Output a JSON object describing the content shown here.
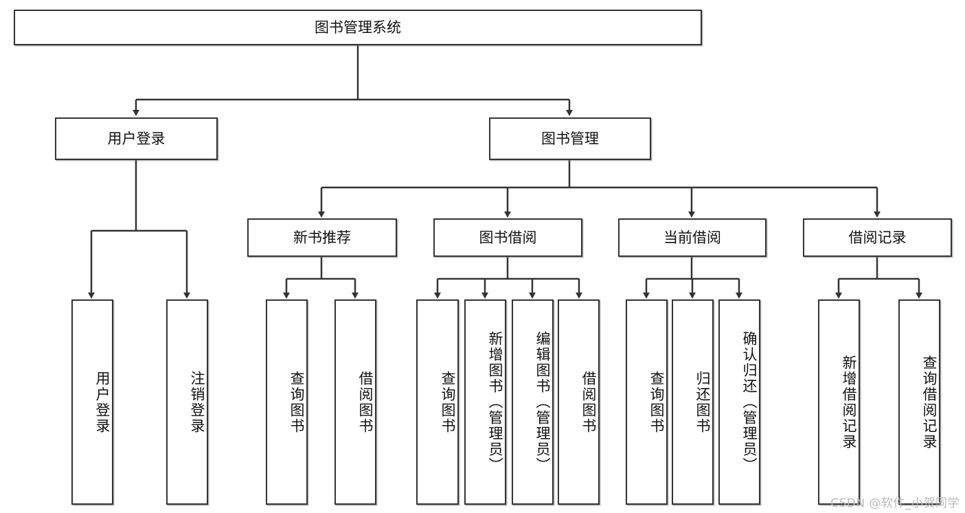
{
  "diagram": {
    "title": "图书管理系统",
    "type": "tree",
    "root": {
      "label": "图书管理系统"
    },
    "level2": [
      {
        "label": "用户登录"
      },
      {
        "label": "图书管理"
      }
    ],
    "level3": [
      {
        "label": "新书推荐"
      },
      {
        "label": "图书借阅"
      },
      {
        "label": "当前借阅"
      },
      {
        "label": "借阅记录"
      }
    ],
    "leaves": {
      "user_login": [
        {
          "label": "用户登录"
        },
        {
          "label": "注销登录"
        }
      ],
      "new_book_recommend": [
        {
          "label": "查询图书"
        },
        {
          "label": "借阅图书"
        }
      ],
      "book_borrow": [
        {
          "label": "查询图书"
        },
        {
          "label": "新增图书（管理员）"
        },
        {
          "label": "编辑图书（管理员）"
        },
        {
          "label": "借阅图书"
        }
      ],
      "current_borrow": [
        {
          "label": "查询图书"
        },
        {
          "label": "归还图书"
        },
        {
          "label": "确认归还（管理员）"
        }
      ],
      "borrow_record": [
        {
          "label": "新增借阅记录"
        },
        {
          "label": "查询借阅记录"
        }
      ]
    }
  },
  "watermark": {
    "text": "CSDN @软件_小贺同学"
  },
  "colors": {
    "background": "#ffffff",
    "box_border": "#333333",
    "box_fill": "#ffffff",
    "line": "#333333",
    "text": "#111111",
    "watermark": "#b9b9b9"
  }
}
